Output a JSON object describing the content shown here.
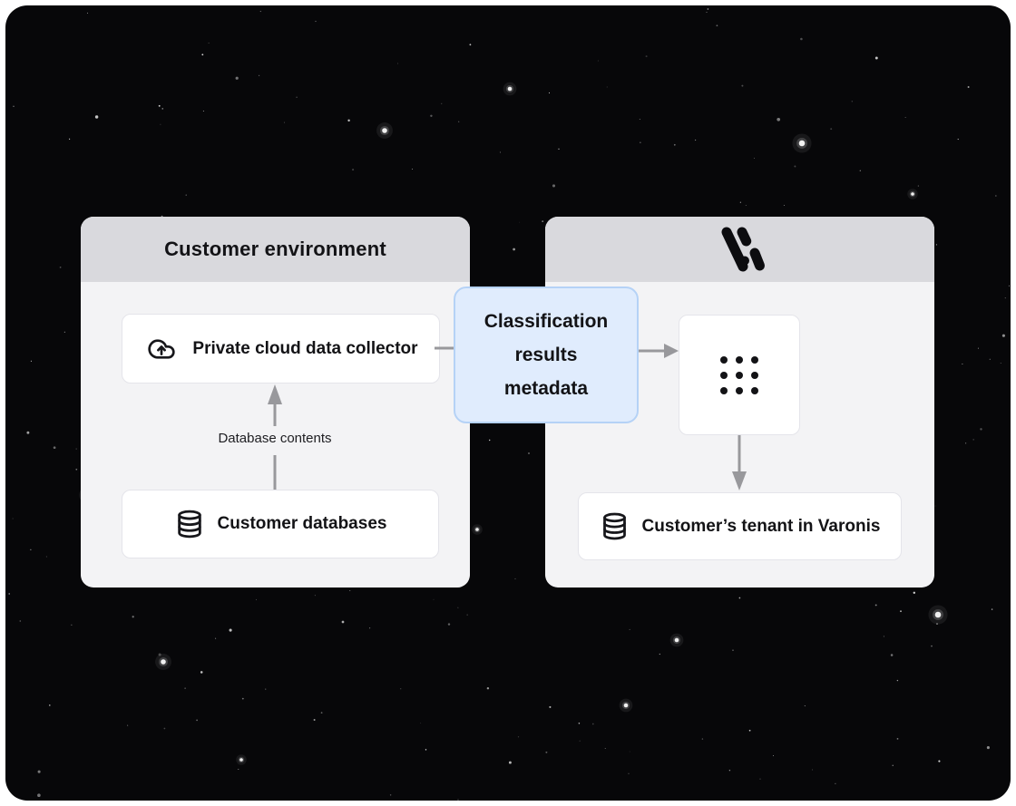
{
  "colors": {
    "page_bg": "#ffffff",
    "space_bg": "#070709",
    "panel_header_bg": "#d9d9dd",
    "panel_body_bg": "#f3f3f5",
    "card_bg": "#ffffff",
    "card_border": "#e4e4ea",
    "metadata_bg": "#e0ecfd",
    "metadata_border": "#b5d2f6",
    "arrow": "#98989c",
    "text": "#131316"
  },
  "left_panel": {
    "title": "Customer environment",
    "collector_card": {
      "icon": "cloud-upload-icon",
      "label": "Private cloud data collector"
    },
    "databases_card": {
      "icon": "database-icon",
      "label": "Customer databases"
    },
    "flow_label": "Database contents"
  },
  "metadata_card": {
    "label": "Classification results metadata"
  },
  "right_panel": {
    "logo": "varonis-logo",
    "app_card": {
      "icon": "dots-grid-icon"
    },
    "tenant_card": {
      "icon": "database-icon",
      "label": "Customer’s tenant in Varonis"
    }
  }
}
